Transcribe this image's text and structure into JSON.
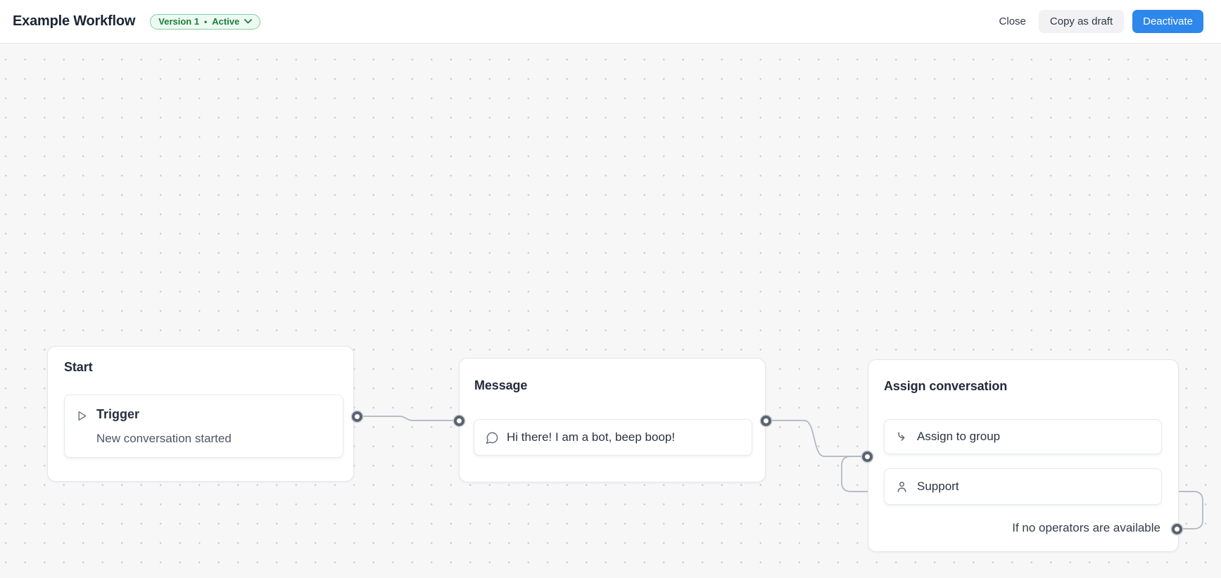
{
  "header": {
    "title": "Example Workflow",
    "version_badge": {
      "version": "Version 1",
      "separator": "•",
      "status": "Active",
      "chevron_icon": "chevron-down-icon"
    },
    "close_label": "Close",
    "copy_as_draft_label": "Copy as draft",
    "deactivate_label": "Deactivate"
  },
  "nodes": [
    {
      "title": "Start",
      "items": [
        {
          "icon": "play-icon",
          "title": "Trigger",
          "subtitle": "New conversation started"
        }
      ]
    },
    {
      "title": "Message",
      "items": [
        {
          "icon": "message-circle-icon",
          "text": "Hi there! I am a bot, beep boop!"
        }
      ]
    },
    {
      "title": "Assign conversation",
      "items": [
        {
          "icon": "arrow-hook-right-icon",
          "text": "Assign to group"
        },
        {
          "icon": "user-icon",
          "text": "Support"
        }
      ],
      "footer_label": "If no operators are available"
    }
  ],
  "colors": {
    "accent_blue": "#2e87eb",
    "badge_green_text": "#1b7e3b",
    "badge_green_bg": "#edfaf2",
    "badge_green_border": "#84cba1",
    "edge_line": "#b0b6bf",
    "connector_ring": "#5a6370",
    "canvas_bg": "#f7f7f8",
    "grid_dot": "#c9ccd2",
    "title_text": "#1b2534"
  }
}
